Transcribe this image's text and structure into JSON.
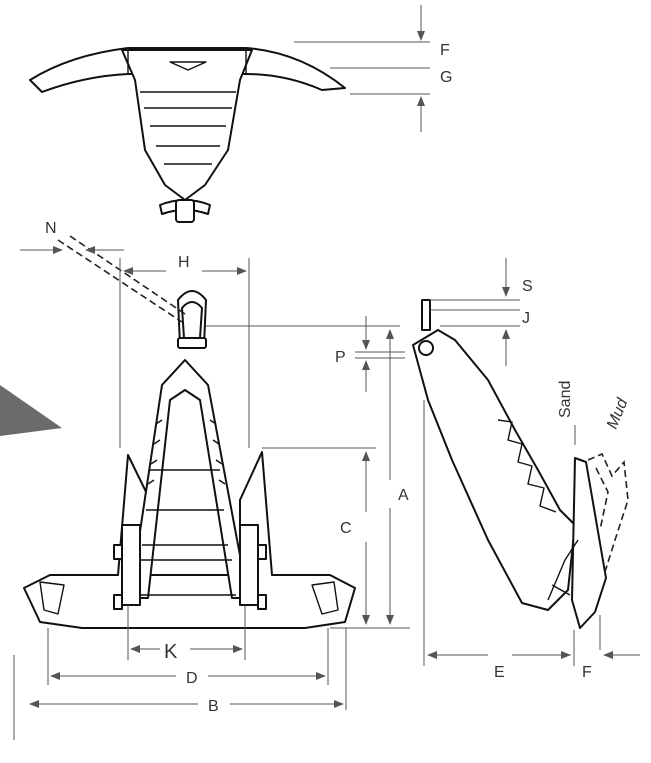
{
  "labels": {
    "A": "A",
    "B": "B",
    "C": "C",
    "D": "D",
    "E": "E",
    "F": "F",
    "G": "G",
    "H": "H",
    "J": "J",
    "K": "K",
    "N": "N",
    "P": "P",
    "S": "S",
    "sand": "Sand",
    "mud": "Mud"
  },
  "colors": {
    "ink": "#111111",
    "dimension": "#555555",
    "shadow": "#6b6b6b"
  }
}
